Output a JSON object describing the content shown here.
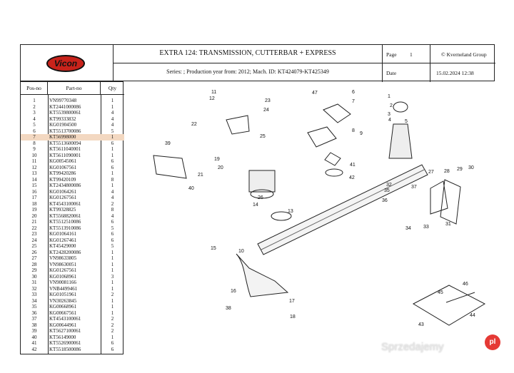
{
  "header": {
    "logo_text": "Vicon",
    "title": "EXTRA 124: TRANSMISSION, CUTTERBAR + EXPRESS",
    "series": "Series: ; Production year from: 2012; Mach. ID: KT424079-KT425349",
    "page_label": "Page",
    "page_value": "1",
    "copyright": "© Kverneland Group",
    "date_label": "Date",
    "date_value": "15.02.2024  12:38"
  },
  "table": {
    "headers": [
      "Pos-no",
      "Part-no",
      "Qty"
    ],
    "rows": [
      [
        "1",
        "VN99770348",
        "1"
      ],
      [
        "2",
        "KT2441000086",
        "1"
      ],
      [
        "3",
        "KT5539800061",
        "4"
      ],
      [
        "4",
        "KT99333832",
        "4"
      ],
      [
        "5",
        "KG01904500",
        "4"
      ],
      [
        "6",
        "KT5513700086",
        "5"
      ],
      [
        "7",
        "KT56998000",
        "1"
      ],
      [
        "8",
        "KT5513600094",
        "6"
      ],
      [
        "9",
        "KT5611040001",
        "1"
      ],
      [
        "10",
        "KT5611090001",
        "1"
      ],
      [
        "11",
        "KG00545061",
        "6"
      ],
      [
        "12",
        "KG01067561",
        "6"
      ],
      [
        "13",
        "KT99420286",
        "1"
      ],
      [
        "14",
        "KT99420109",
        "8"
      ],
      [
        "15",
        "KT2434800086",
        "1"
      ],
      [
        "16",
        "KG01064261",
        "4"
      ],
      [
        "17",
        "KG01267561",
        "4"
      ],
      [
        "18",
        "KT4543100061",
        "2"
      ],
      [
        "19",
        "KT99328825",
        "8"
      ],
      [
        "20",
        "KT5568820061",
        "4"
      ],
      [
        "21",
        "KT5512510086",
        "6"
      ],
      [
        "22",
        "KT5513910086",
        "5"
      ],
      [
        "23",
        "KG01064161",
        "6"
      ],
      [
        "24",
        "KG01267461",
        "6"
      ],
      [
        "25",
        "KT45429000",
        "5"
      ],
      [
        "26",
        "KT2428200086",
        "1"
      ],
      [
        "27",
        "VN98633805",
        "1"
      ],
      [
        "28",
        "VN98630051",
        "1"
      ],
      [
        "29",
        "KG01267561",
        "1"
      ],
      [
        "30",
        "KG01068961",
        "3"
      ],
      [
        "31",
        "VN90081166",
        "1"
      ],
      [
        "32",
        "VNB4499461",
        "1"
      ],
      [
        "33",
        "KG01051961",
        "2"
      ],
      [
        "34",
        "VN30263845",
        "1"
      ],
      [
        "35",
        "KG00668961",
        "1"
      ],
      [
        "36",
        "KG00667561",
        "1"
      ],
      [
        "37",
        "KT4543100061",
        "2"
      ],
      [
        "38",
        "KG00644961",
        "2"
      ],
      [
        "39",
        "KT5627100061",
        "2"
      ],
      [
        "40",
        "KT56149000",
        "1"
      ],
      [
        "41",
        "KT5526900061",
        "6"
      ],
      [
        "42",
        "KT5518500086",
        "6"
      ]
    ],
    "highlight_color": "#f3d8c1"
  },
  "callouts": [
    "1",
    "2",
    "3",
    "4",
    "5",
    "6",
    "7",
    "8",
    "9",
    "10",
    "11",
    "12",
    "13",
    "14",
    "15",
    "16",
    "17",
    "18",
    "19",
    "20",
    "21",
    "22",
    "23",
    "24",
    "25",
    "26",
    "27",
    "28",
    "29",
    "30",
    "31",
    "32",
    "33",
    "34",
    "35",
    "36",
    "37",
    "38",
    "39",
    "40",
    "41",
    "42",
    "43",
    "44",
    "45",
    "46",
    "47"
  ],
  "watermark": {
    "text": "Sprzedajemy",
    "badge": "pl"
  }
}
